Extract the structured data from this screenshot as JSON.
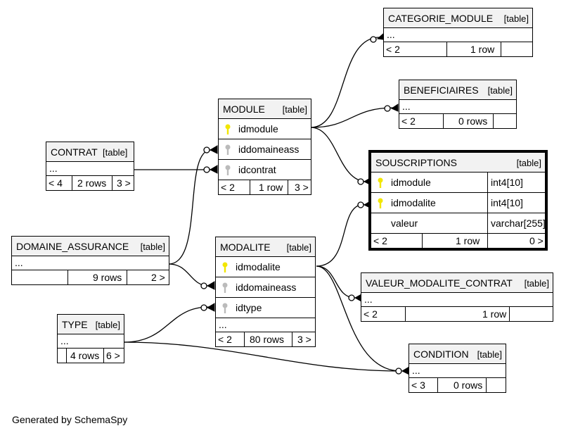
{
  "tables": {
    "categorie_module": {
      "name": "CATEGORIE_MODULE",
      "kind": "[table]",
      "dots": "...",
      "parents": "< 2",
      "rows": "1 row",
      "children": ""
    },
    "beneficiaires": {
      "name": "BENEFICIAIRES",
      "kind": "[table]",
      "dots": "...",
      "parents": "< 2",
      "rows": "0 rows",
      "children": ""
    },
    "module": {
      "name": "MODULE",
      "kind": "[table]",
      "columns": [
        {
          "name": "idmodule",
          "key": "primary"
        },
        {
          "name": "iddomaineass",
          "key": "foreign"
        },
        {
          "name": "idcontrat",
          "key": "foreign"
        }
      ],
      "parents": "< 2",
      "rows": "1 row",
      "children": "3 >"
    },
    "contrat": {
      "name": "CONTRAT",
      "kind": "[table]",
      "dots": "...",
      "parents": "< 4",
      "rows": "2 rows",
      "children": "3 >"
    },
    "souscriptions": {
      "name": "SOUSCRIPTIONS",
      "kind": "[table]",
      "columns": [
        {
          "name": "idmodule",
          "type": "int4[10]",
          "key": "primary"
        },
        {
          "name": "idmodalite",
          "type": "int4[10]",
          "key": "primary"
        },
        {
          "name": "valeur",
          "type": "varchar[255]",
          "key": "none"
        }
      ],
      "parents": "< 2",
      "rows": "1 row",
      "children": "0 >"
    },
    "domaine_assurance": {
      "name": "DOMAINE_ASSURANCE",
      "kind": "[table]",
      "dots": "...",
      "parents": "",
      "rows": "9 rows",
      "children": "2 >"
    },
    "modalite": {
      "name": "MODALITE",
      "kind": "[table]",
      "columns": [
        {
          "name": "idmodalite",
          "key": "primary"
        },
        {
          "name": "iddomaineass",
          "key": "foreign"
        },
        {
          "name": "idtype",
          "key": "foreign"
        }
      ],
      "dots": "...",
      "parents": "< 2",
      "rows": "80 rows",
      "children": "3 >"
    },
    "valeur_modalite_contrat": {
      "name": "VALEUR_MODALITE_CONTRAT",
      "kind": "[table]",
      "dots": "...",
      "parents": "< 2",
      "rows": "1 row",
      "children": ""
    },
    "type": {
      "name": "TYPE",
      "kind": "[table]",
      "dots": "...",
      "parents": "",
      "rows": "4 rows",
      "children": "6 >"
    },
    "condition": {
      "name": "CONDITION",
      "kind": "[table]",
      "dots": "...",
      "parents": "< 3",
      "rows": "0 rows",
      "children": ""
    }
  },
  "footer": "Generated by SchemaSpy",
  "colors": {
    "primary_key": "#f2e600",
    "foreign_key": "#bbbbbb",
    "header_bg": "#f2f2f2"
  }
}
